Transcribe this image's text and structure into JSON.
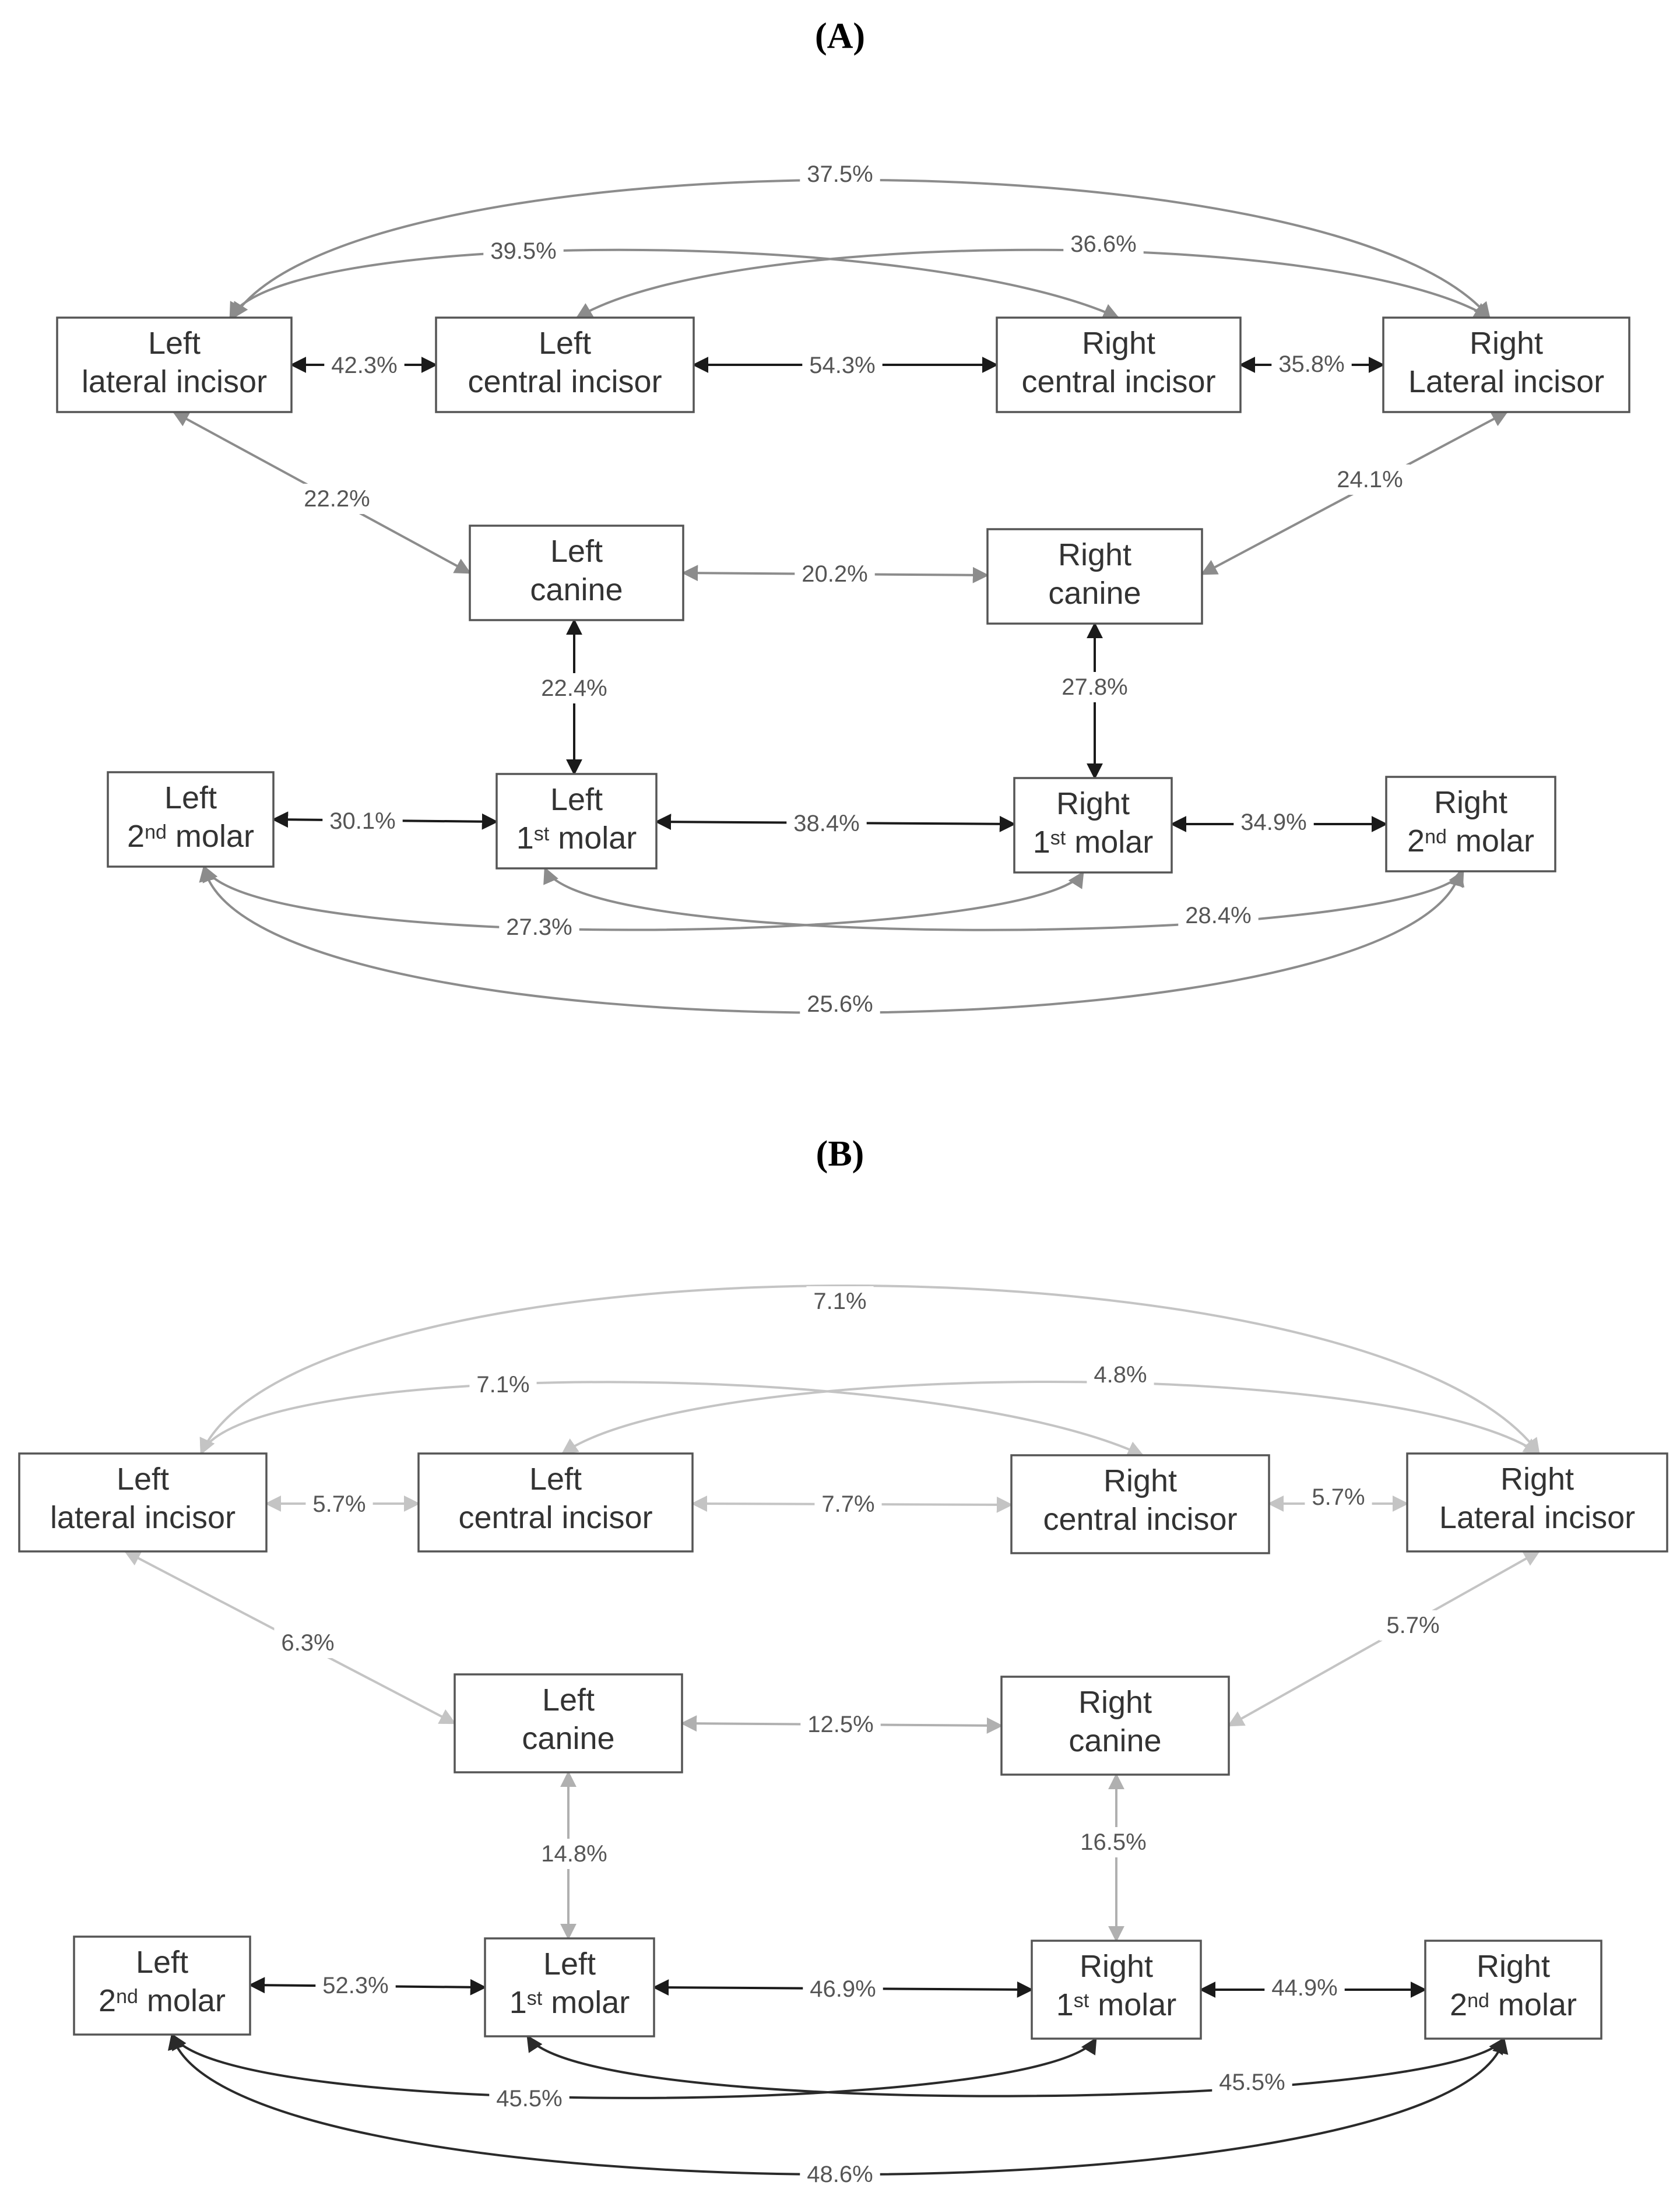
{
  "panels": [
    {
      "id": "A",
      "title": "(A)",
      "nodes": [
        {
          "id": "L2",
          "lines": [
            "Left",
            "lateral incisor"
          ]
        },
        {
          "id": "L1",
          "lines": [
            "Left",
            "central  incisor"
          ]
        },
        {
          "id": "R1",
          "lines": [
            "Right",
            "central incisor"
          ]
        },
        {
          "id": "R2",
          "lines": [
            "Right",
            "Lateral incisor"
          ]
        },
        {
          "id": "LC",
          "lines": [
            "Left",
            "canine"
          ]
        },
        {
          "id": "RC",
          "lines": [
            "Right",
            "canine"
          ]
        },
        {
          "id": "LM2",
          "lines": [
            "Left",
            "2|nd| molar"
          ]
        },
        {
          "id": "LM1",
          "lines": [
            "Left",
            "1|st| molar"
          ]
        },
        {
          "id": "RM1",
          "lines": [
            "Right",
            "1|st| molar"
          ]
        },
        {
          "id": "RM2",
          "lines": [
            "Right",
            "2|nd| molar"
          ]
        }
      ],
      "edges": [
        {
          "from": "L2",
          "to": "R2",
          "label": "37.5%",
          "color": "#8c8c8c"
        },
        {
          "from": "L2",
          "to": "R1",
          "label": "39.5%",
          "color": "#8c8c8c"
        },
        {
          "from": "L1",
          "to": "R2",
          "label": "36.6%",
          "color": "#8c8c8c"
        },
        {
          "from": "L2",
          "to": "L1",
          "label": "42.3%",
          "color": "#1a1a1a"
        },
        {
          "from": "L1",
          "to": "R1",
          "label": "54.3%",
          "color": "#1a1a1a"
        },
        {
          "from": "R1",
          "to": "R2",
          "label": "35.8%",
          "color": "#1a1a1a"
        },
        {
          "from": "L2",
          "to": "LC",
          "label": "22.2%",
          "color": "#8c8c8c"
        },
        {
          "from": "R2",
          "to": "RC",
          "label": "24.1%",
          "color": "#8c8c8c"
        },
        {
          "from": "LC",
          "to": "RC",
          "label": "20.2%",
          "color": "#8c8c8c"
        },
        {
          "from": "LC",
          "to": "LM1",
          "label": "22.4%",
          "color": "#1a1a1a"
        },
        {
          "from": "RC",
          "to": "RM1",
          "label": "27.8%",
          "color": "#1a1a1a"
        },
        {
          "from": "LM2",
          "to": "LM1",
          "label": "30.1%",
          "color": "#1a1a1a"
        },
        {
          "from": "LM1",
          "to": "RM1",
          "label": "38.4%",
          "color": "#1a1a1a"
        },
        {
          "from": "RM1",
          "to": "RM2",
          "label": "34.9%",
          "color": "#1a1a1a"
        },
        {
          "from": "LM2",
          "to": "RM1",
          "label": "27.3%",
          "color": "#8c8c8c"
        },
        {
          "from": "LM1",
          "to": "RM2",
          "label": "28.4%",
          "color": "#8c8c8c"
        },
        {
          "from": "LM2",
          "to": "RM2",
          "label": "25.6%",
          "color": "#8c8c8c"
        }
      ]
    },
    {
      "id": "B",
      "title": "(B)",
      "nodes": [
        {
          "id": "L2",
          "lines": [
            "Left",
            "lateral incisor"
          ]
        },
        {
          "id": "L1",
          "lines": [
            "Left",
            "central  incisor"
          ]
        },
        {
          "id": "R1",
          "lines": [
            "Right",
            "central incisor"
          ]
        },
        {
          "id": "R2",
          "lines": [
            "Right",
            "Lateral incisor"
          ]
        },
        {
          "id": "LC",
          "lines": [
            "Left",
            "canine"
          ]
        },
        {
          "id": "RC",
          "lines": [
            "Right",
            "canine"
          ]
        },
        {
          "id": "LM2",
          "lines": [
            "Left",
            "2|nd| molar"
          ]
        },
        {
          "id": "LM1",
          "lines": [
            "Left",
            "1|st| molar"
          ]
        },
        {
          "id": "RM1",
          "lines": [
            "Right",
            "1|st| molar"
          ]
        },
        {
          "id": "RM2",
          "lines": [
            "Right",
            "2|nd| molar"
          ]
        }
      ],
      "edges": [
        {
          "from": "L2",
          "to": "R2",
          "label": "7.1%",
          "color": "#c4c4c4"
        },
        {
          "from": "L2",
          "to": "R1",
          "label": "7.1%",
          "color": "#c4c4c4"
        },
        {
          "from": "L1",
          "to": "R2",
          "label": "4.8%",
          "color": "#c4c4c4"
        },
        {
          "from": "L2",
          "to": "L1",
          "label": "5.7%",
          "color": "#c4c4c4"
        },
        {
          "from": "L1",
          "to": "R1",
          "label": "7.7%",
          "color": "#c4c4c4"
        },
        {
          "from": "R1",
          "to": "R2",
          "label": "5.7%",
          "color": "#c4c4c4"
        },
        {
          "from": "L2",
          "to": "LC",
          "label": "6.3%",
          "color": "#c4c4c4"
        },
        {
          "from": "R2",
          "to": "RC",
          "label": "5.7%",
          "color": "#c4c4c4"
        },
        {
          "from": "LC",
          "to": "RC",
          "label": "12.5%",
          "color": "#b0b0b0"
        },
        {
          "from": "LC",
          "to": "LM1",
          "label": "14.8%",
          "color": "#b0b0b0"
        },
        {
          "from": "RC",
          "to": "RM1",
          "label": "16.5%",
          "color": "#b0b0b0"
        },
        {
          "from": "LM2",
          "to": "LM1",
          "label": "52.3%",
          "color": "#1a1a1a"
        },
        {
          "from": "LM1",
          "to": "RM1",
          "label": "46.9%",
          "color": "#1a1a1a"
        },
        {
          "from": "RM1",
          "to": "RM2",
          "label": "44.9%",
          "color": "#1a1a1a"
        },
        {
          "from": "LM2",
          "to": "RM1",
          "label": "45.5%",
          "color": "#2a2a2a"
        },
        {
          "from": "LM1",
          "to": "RM2",
          "label": "45.5%",
          "color": "#2a2a2a"
        },
        {
          "from": "LM2",
          "to": "RM2",
          "label": "48.6%",
          "color": "#2a2a2a"
        }
      ]
    }
  ]
}
